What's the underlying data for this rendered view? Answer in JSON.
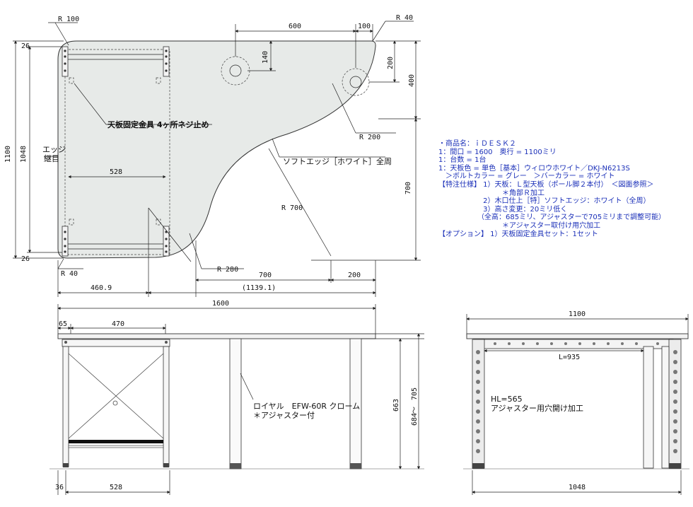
{
  "top_view": {
    "dims": {
      "r100": "R 100",
      "r40_top": "R 40",
      "d600": "600",
      "d100": "100",
      "d140": "140",
      "d200_v": "200",
      "d400": "400",
      "d26_top": "26",
      "d26_bot": "26",
      "d1100": "1100",
      "d1048": "1048",
      "r200": "R 200",
      "d528": "528",
      "r700": "R 700",
      "d700_v": "700",
      "r40_bot": "R 40",
      "r280": "R 280",
      "d700_h": "700",
      "d200_h": "200",
      "d460": "460.9",
      "d1139": "(1139.1)"
    },
    "labels": {
      "edge_joint": "エッジ継目",
      "fixing": "天板固定金具 4ヶ所ネジ止め",
      "soft_edge": "ソフトエッジ［ホワイト］全周"
    }
  },
  "front_view": {
    "dims": {
      "d1600": "1600",
      "d65": "65",
      "d470": "470",
      "d663": "663",
      "d705": "705",
      "tilde": "～",
      "d684": "684",
      "d36": "36",
      "d528": "528"
    },
    "labels": {
      "leg_note_1": "ロイヤル　EFW-60R クローム",
      "leg_note_2": "＊アジャスター付"
    }
  },
  "side_view": {
    "dims": {
      "d1100": "1100",
      "l935": "L=935",
      "d1048": "1048"
    },
    "labels": {
      "hl": "HL=565",
      "adjuster": "アジャスター用穴開け加工"
    }
  },
  "spec": [
    "・商品名：ｉＤＥＳＫ２",
    "1：間口 = 1600　奥行 = 1100ミリ",
    "1：台数 = 1台",
    "1：天板色 = 単色［基本］ウィロウホワイト／DKJ-N6213S",
    "　＞ボルトカラー = グレー　＞バーカラー = ホワイト",
    "【特注仕様】 1）天板：Ｌ型天板（ポール脚２本付）　＜図面参照＞",
    "　　　　　　　　　＊角部Ｒ加工",
    "　　　　　　 2）木口仕上［特］ソフトエッジ：ホワイト（全周）",
    "　　　　　　 3）高さ変更：20ミリ低く",
    "　　　　　　（全高：685ミリ、アジャスターで705ミリまで調整可能）",
    "　　　　　　　　　＊アジャスター取付け用穴加工",
    "【オプション】 1）天板固定金具セット：1セット"
  ]
}
